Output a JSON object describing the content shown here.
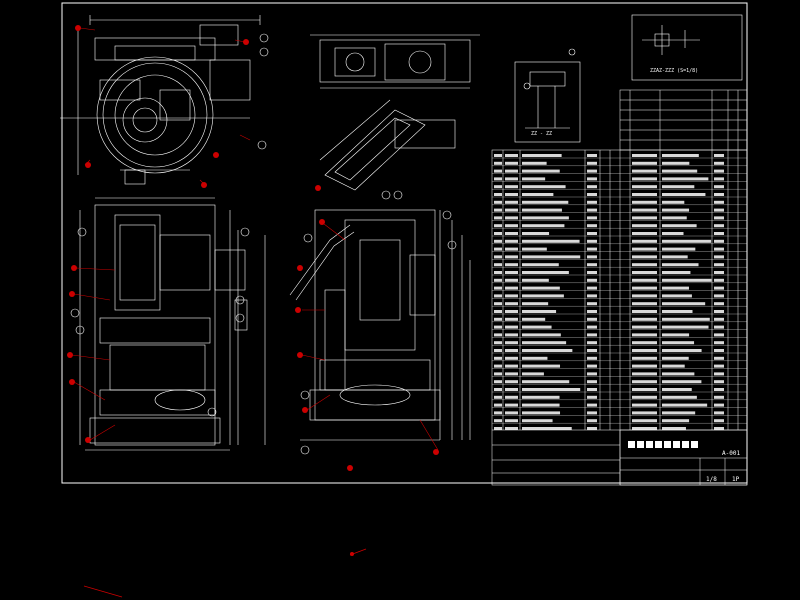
{
  "drawing": {
    "background": "#000000",
    "line_color": "#ffffff",
    "leader_color": "#cc0000",
    "border_color": "#ffffff"
  },
  "section_labels": {
    "section_aa": "ZZAZ-ZZZ (S=1/8)",
    "section_view": "ZZ - ZZ"
  },
  "title_block": {
    "drawing_no": "A-001",
    "scale": "1/8",
    "sheet": "1P"
  }
}
